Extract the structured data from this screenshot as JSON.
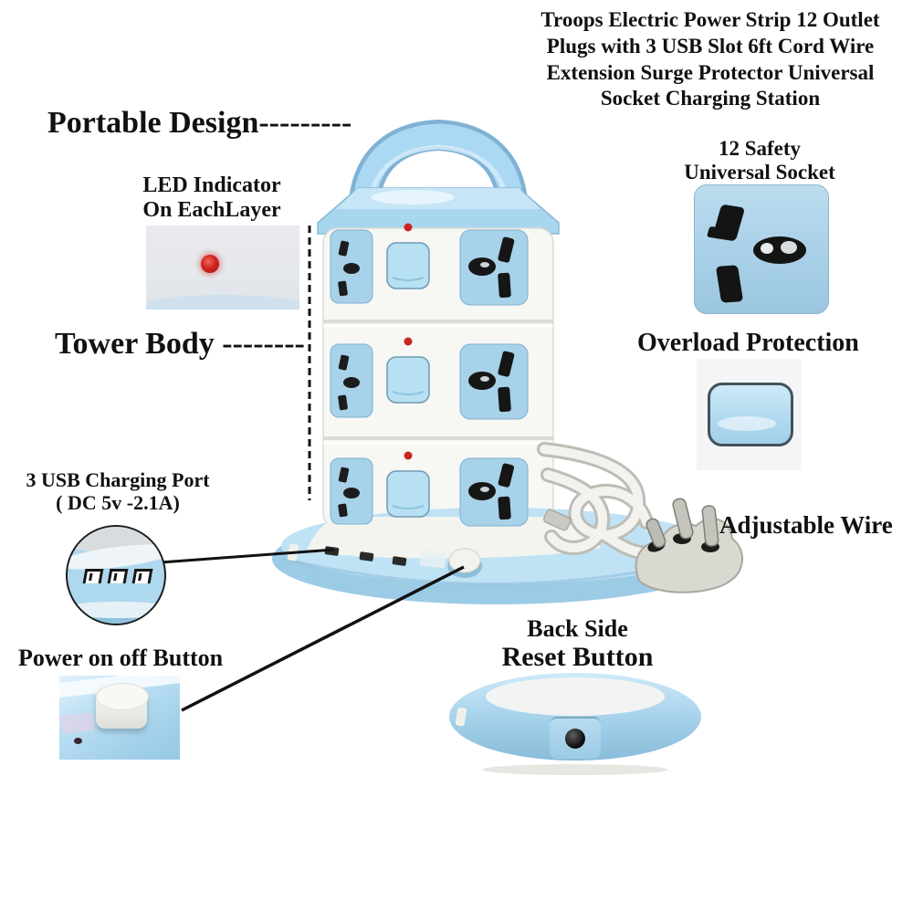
{
  "title": {
    "lines": [
      "Troops Electric Power Strip 12 Outlet",
      "Plugs with 3 USB Slot 6ft Cord Wire",
      "Extension Surge Protector Universal",
      "Socket Charging Station"
    ]
  },
  "annotations": {
    "portable_design": "Portable Design---------",
    "led_indicator_line1": "LED Indicator",
    "led_indicator_line2": "On EachLayer",
    "tower_body": "Tower Body --------",
    "universal_socket_line1": "12 Safety",
    "universal_socket_line2": "Universal Socket",
    "overload_protection": "Overload Protection",
    "usb_charging_line1": "3 USB Charging Port",
    "usb_charging_line2": "( DC 5v -2.1A)",
    "adjustable_wire": "Adjustable Wire",
    "power_button": "Power on off Button",
    "back_side": "Back Side",
    "reset_button": "Reset Button"
  },
  "colors": {
    "product_blue": "#a9d4ec",
    "switch_blue": "#b7e0f3",
    "socket_blue": "#a7d2ea",
    "body_white": "#f7f7f4",
    "led_red": "#c9251f",
    "text": "#111111",
    "background": "#ffffff"
  }
}
